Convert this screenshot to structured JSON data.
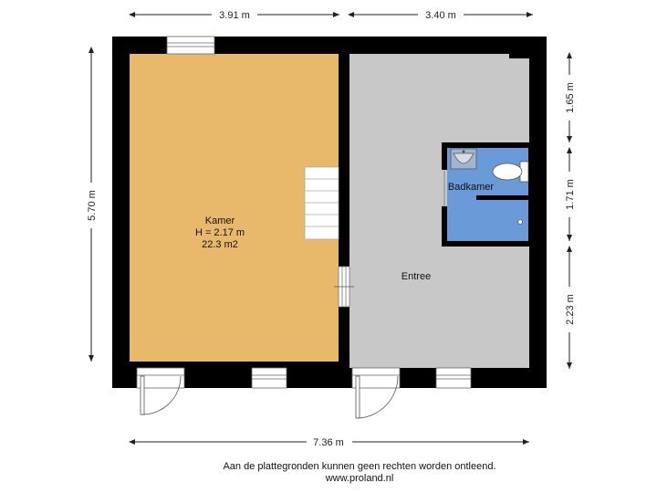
{
  "dimensions": {
    "top_left": "3.91 m",
    "top_right": "3.40 m",
    "left": "5.70 m",
    "right_top": "1.65 m",
    "right_middle": "1.71 m",
    "right_bottom": "2.23 m",
    "bottom": "7.36 m"
  },
  "rooms": {
    "kamer": {
      "name": "Kamer",
      "height": "H = 2.17 m",
      "area": "22.3 m2"
    },
    "badkamer": {
      "name": "Badkamer"
    },
    "entree": {
      "name": "Entree"
    }
  },
  "footer": {
    "disclaimer": "Aan de plattegronden kunnen geen rechten worden ontleend.",
    "website": "www.proland.nl"
  },
  "colors": {
    "kamer_floor": "#E8B86B",
    "entree_floor": "#C8C8C8",
    "badkamer_floor": "#6A9BD8",
    "wall": "#000000"
  }
}
